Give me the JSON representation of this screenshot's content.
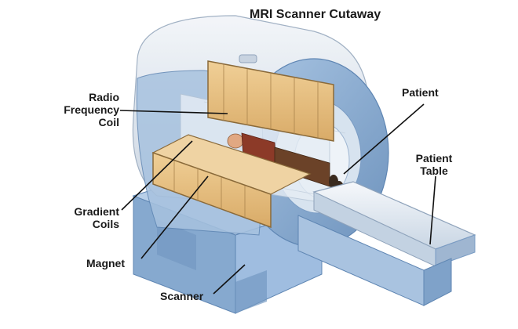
{
  "title": "MRI Scanner Cutaway",
  "labels": {
    "radio_frequency_coil": [
      "Radio",
      "Frequency",
      "Coil"
    ],
    "patient": "Patient",
    "patient_table": [
      "Patient",
      "Table"
    ],
    "gradient_coils": [
      "Gradient",
      "Coils"
    ],
    "magnet": "Magnet",
    "scanner": "Scanner"
  },
  "colors": {
    "shell_light": "#e9eef5",
    "shell_dark": "#b7c6d8",
    "blue_body": "#8fb2d6",
    "blue_dark": "#5f86b3",
    "coil_tan": "#e4bd80",
    "coil_edge": "#8a6a3a",
    "leader_line": "#111111"
  }
}
